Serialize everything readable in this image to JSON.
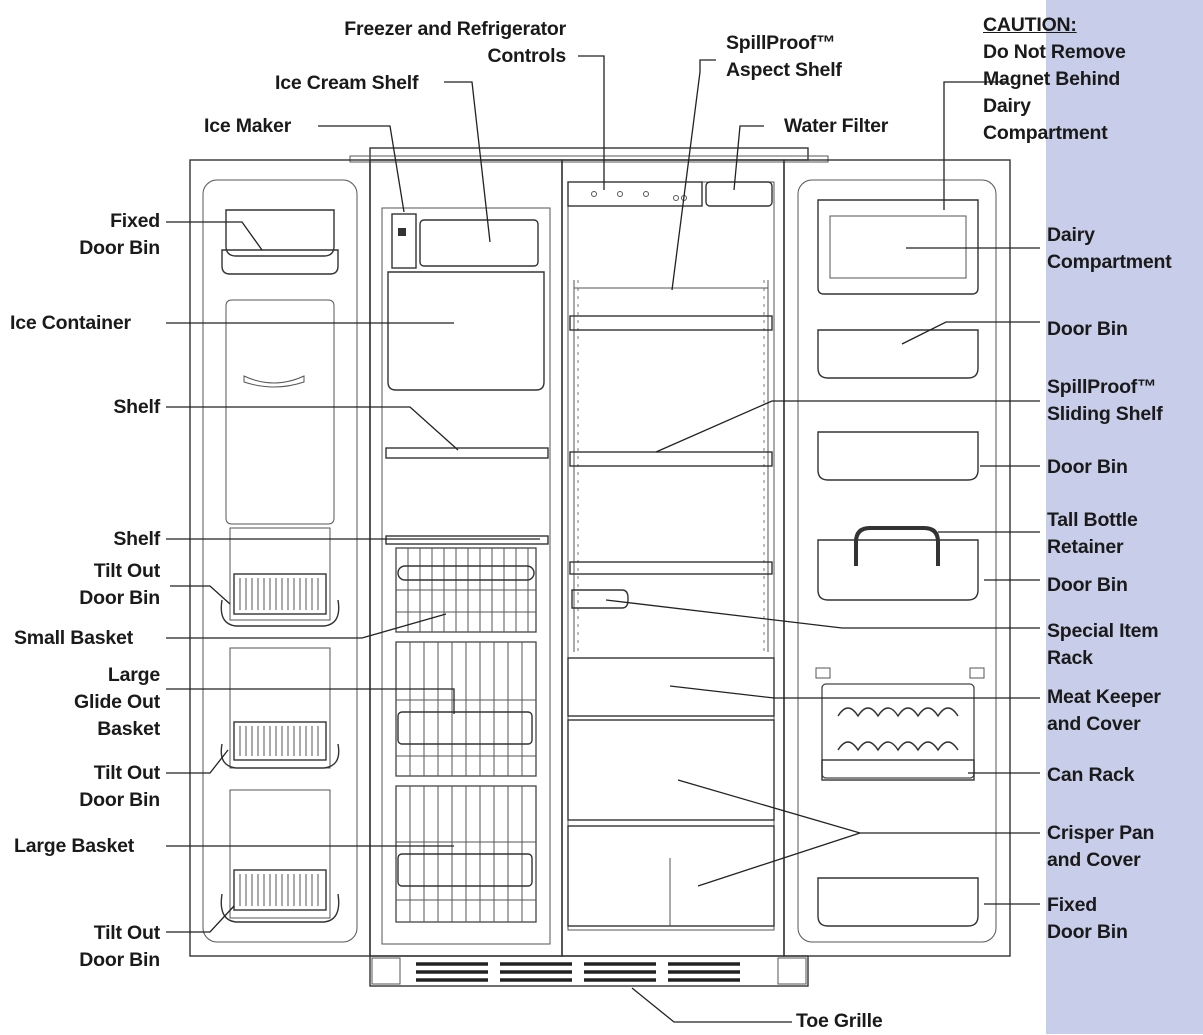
{
  "colors": {
    "band": "#c8cdea",
    "outline": "#333333",
    "text": "#1a1a1a",
    "shade": "#e9e9e9"
  },
  "labels": {
    "freezer_controls": [
      "Freezer and Refrigerator",
      "Controls"
    ],
    "aspect_shelf": [
      "SpillProof™",
      "Aspect Shelf"
    ],
    "caution": {
      "title": "CAUTION:",
      "lines": [
        "Do Not Remove",
        "Magnet Behind",
        "Dairy",
        "Compartment"
      ]
    },
    "ice_cream_shelf": "Ice Cream Shelf",
    "ice_maker": "Ice Maker",
    "water_filter": "Water Filter",
    "fixed_door_bin_left": [
      "Fixed",
      "Door Bin"
    ],
    "ice_container": "Ice Container",
    "shelf_1": "Shelf",
    "shelf_2": "Shelf",
    "tilt_out_door_bin_1": [
      "Tilt Out",
      "Door Bin"
    ],
    "small_basket": "Small Basket",
    "large_glide_out_basket": [
      "Large",
      "Glide Out",
      "Basket"
    ],
    "tilt_out_door_bin_2": [
      "Tilt Out",
      "Door Bin"
    ],
    "large_basket": "Large Basket",
    "tilt_out_door_bin_3": [
      "Tilt Out",
      "Door Bin"
    ],
    "dairy_compartment": [
      "Dairy",
      "Compartment"
    ],
    "door_bin_1": "Door Bin",
    "sliding_shelf": [
      "SpillProof™",
      "Sliding Shelf"
    ],
    "door_bin_2": "Door Bin",
    "tall_bottle_retainer": [
      "Tall Bottle",
      "Retainer"
    ],
    "door_bin_3": "Door Bin",
    "special_item_rack": [
      "Special Item",
      "Rack"
    ],
    "meat_keeper": [
      "Meat Keeper",
      "and Cover"
    ],
    "can_rack": "Can Rack",
    "crisper_pan": [
      "Crisper Pan",
      "and Cover"
    ],
    "fixed_door_bin_right": [
      "Fixed",
      "Door Bin"
    ],
    "toe_grille": "Toe Grille"
  }
}
